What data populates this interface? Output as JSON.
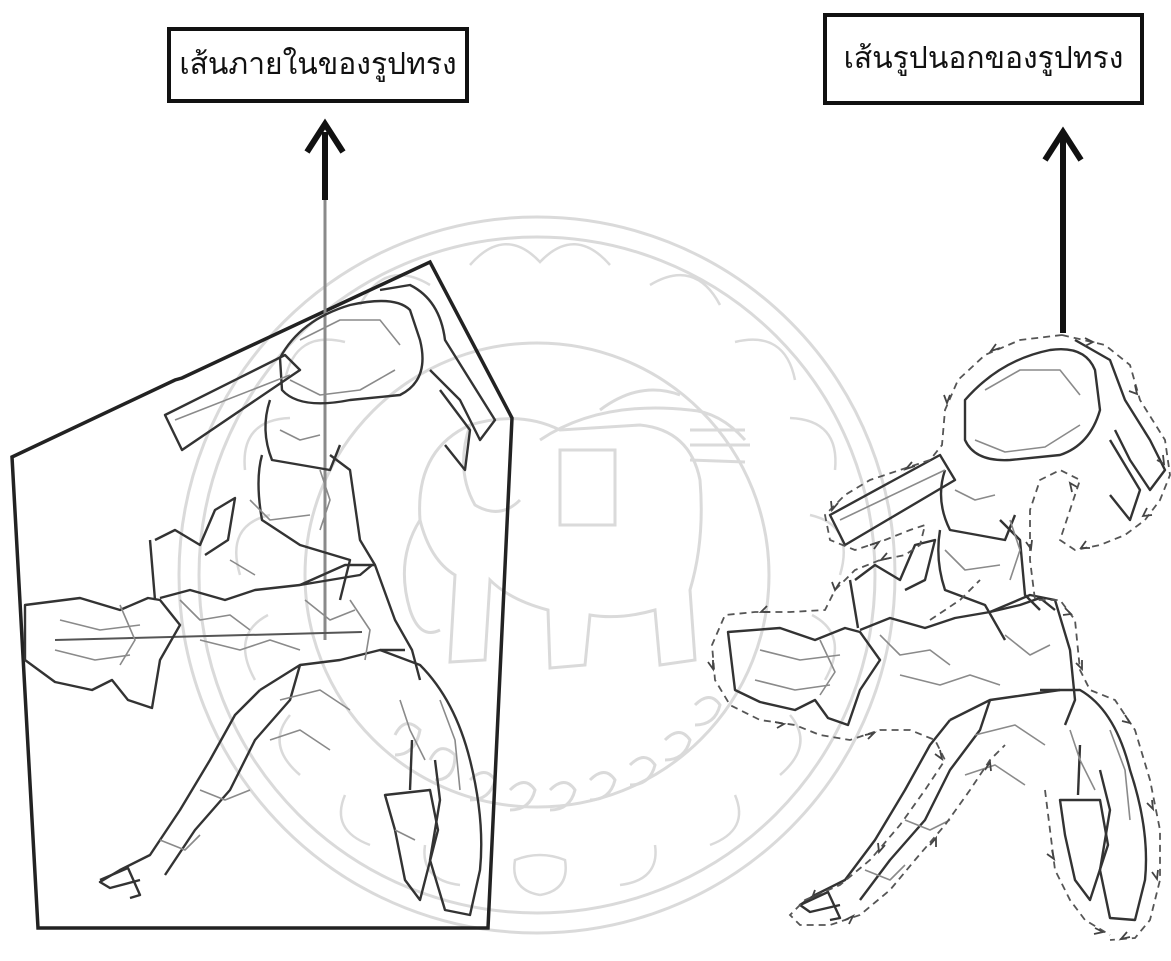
{
  "labels": {
    "inner_lines": "เส้นภายในของรูปทรง",
    "outer_lines": "เส้นรูปนอกของรูปทรง"
  },
  "colors": {
    "ink": "#111111",
    "contour": "#333333",
    "detail": "#8a8a8a",
    "watermark": "#d4d4d4",
    "background": "#ffffff"
  },
  "icons": {
    "inner_arrow": "arrow-up-icon",
    "outer_arrow": "arrow-up-icon",
    "watermark": "university-seal-watermark"
  }
}
